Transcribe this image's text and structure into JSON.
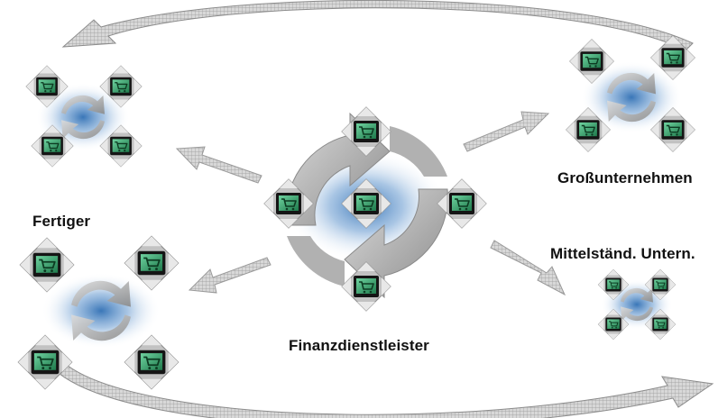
{
  "labels": {
    "center": "Finanzdienstleister",
    "top_right": "Großunternehmen",
    "left": "Fertiger",
    "mid_right": "Mittelständ. Untern."
  },
  "nodes": [
    {
      "name": "node-center"
    },
    {
      "name": "node-top-left"
    },
    {
      "name": "node-top-right"
    },
    {
      "name": "node-bottom-left"
    },
    {
      "name": "node-bottom-right"
    }
  ],
  "icons": {
    "terminal": "shopping-cart-terminal-icon",
    "cycle": "cycle-arrows-icon",
    "flow": "flow-arrow-icon"
  },
  "colors": {
    "screen": "#2d8a5c",
    "screen_light": "#5fc390",
    "bezel": "#1a1a1a",
    "diamond": "#bfbfbf",
    "glow": "#3f7fc0",
    "arrow": "#bcbcbc"
  }
}
